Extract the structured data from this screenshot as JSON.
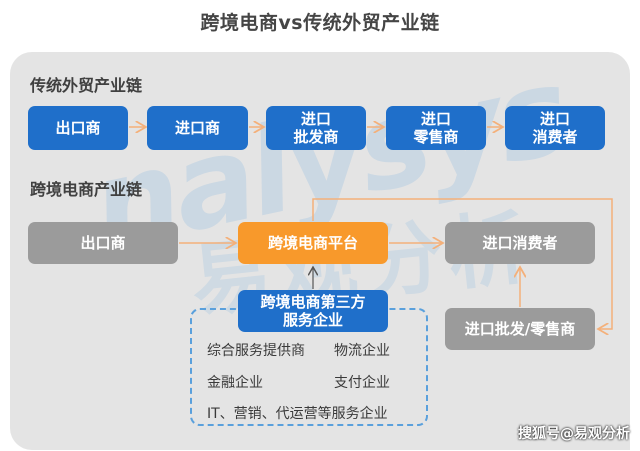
{
  "title": "跨境电商vs传统外贸产业链",
  "traditional": {
    "label": "传统外贸产业链",
    "nodes": [
      "出口商",
      "进口商",
      "进口\n批发商",
      "进口\n零售商",
      "进口\n消费者"
    ],
    "node_lines": [
      [
        "出口商"
      ],
      [
        "进口商"
      ],
      [
        "进口",
        "批发商"
      ],
      [
        "进口",
        "零售商"
      ],
      [
        "进口",
        "消费者"
      ]
    ]
  },
  "crossborder": {
    "label": "跨境电商产业链",
    "exporter": "出口商",
    "platform": "跨境电商平台",
    "consumer": "进口消费者",
    "retailer": "进口批发/零售商",
    "third_party": {
      "title_line1": "跨境电商第三方",
      "title_line2": "服务企业",
      "services": [
        "综合服务提供商",
        "物流企业",
        "金融企业",
        "支付企业",
        "IT、营销、代运营等服务企业"
      ]
    }
  },
  "watermark": {
    "logo_text": "nalysys",
    "cn_text": "易观分析"
  },
  "footer": "搜狐号@易观分析",
  "colors": {
    "blue": "#1f6fca",
    "orange": "#f8992b",
    "gray": "#9b9b9b",
    "arrow": "#f4b07a",
    "dashed": "#5aa0dc",
    "panel": "#e4e4e4"
  }
}
